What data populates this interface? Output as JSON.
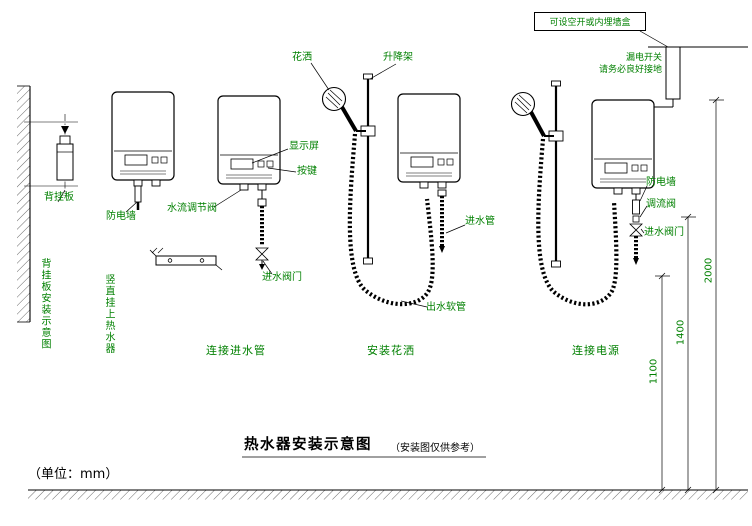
{
  "colors": {
    "annotation_green": "#008000",
    "line_black": "#000000",
    "background": "#ffffff"
  },
  "top_right": {
    "wall_box_label": "可设空开或内埋墙盒",
    "breaker_warning_line1": "漏电开关",
    "breaker_warning_line2": "请务必良好接地"
  },
  "scenes": {
    "scene1": {
      "part_label": "背挂板",
      "caption": "背挂板安装示意图"
    },
    "scene2": {
      "anti_electric_wall": "防电墙",
      "caption": "竖直挂上热水器"
    },
    "scene3": {
      "display": "显示屏",
      "buttons": "按键",
      "flow_valve": "水流调节阀",
      "inlet_valve": "进水阀门",
      "caption": "连接进水管"
    },
    "scene4": {
      "shower_head": "花洒",
      "lift_rack": "升降架",
      "inlet_pipe": "进水管",
      "outlet_hose": "出水软管",
      "caption": "安装花洒"
    },
    "scene5": {
      "anti_electric_wall": "防电墙",
      "flow_valve": "调流阀",
      "inlet_valve": "进水阀门",
      "caption": "连接电源"
    }
  },
  "dimensions": {
    "bottom_height": "1100",
    "middle_height": "1400",
    "top_height": "2000"
  },
  "footer": {
    "title": "热水器安装示意图",
    "note": "（安装图仅供参考）",
    "unit": "（单位：mm）"
  }
}
